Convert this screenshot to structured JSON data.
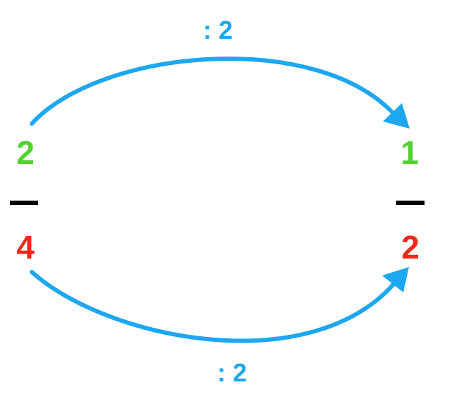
{
  "left_fraction": {
    "numerator": "2",
    "denominator": "4"
  },
  "right_fraction": {
    "numerator": "1",
    "denominator": "2"
  },
  "top_operation": ": 2",
  "bottom_operation": ": 2",
  "colors": {
    "numerator": "#52d12f",
    "denominator": "#ee2a1b",
    "arrow": "#1ca7f0",
    "fraction_bar": "#000000"
  }
}
